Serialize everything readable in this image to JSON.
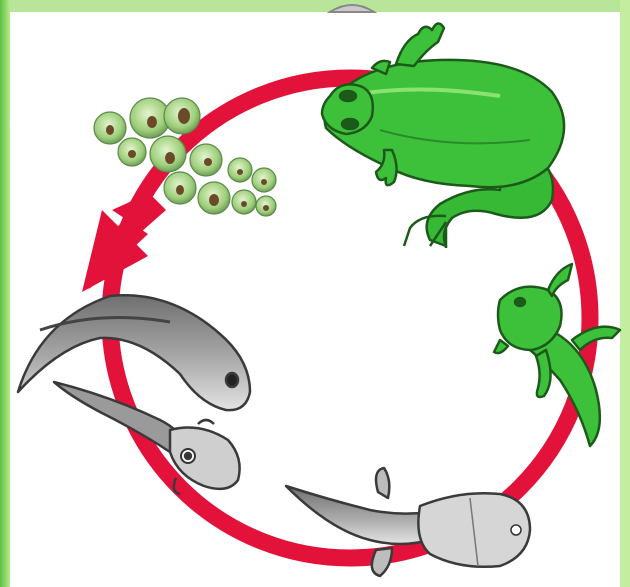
{
  "title": "",
  "stages": [
    {
      "id": "eggs",
      "icon": "frog-eggs-icon"
    },
    {
      "id": "tadpole",
      "icon": "tadpole-icon"
    },
    {
      "id": "tadpole-with-legs",
      "icon": "tadpole-with-legs-icon"
    },
    {
      "id": "froglet",
      "icon": "froglet-icon"
    },
    {
      "id": "adult-frog",
      "icon": "adult-frog-icon"
    }
  ],
  "cycle_direction": "counter-clockwise",
  "colors": {
    "cycle_arrow": "#e2123a",
    "background": "#ffffff",
    "border_green": "#8fd36a",
    "frog_green": "#3dc13a",
    "frog_outline": "#1c5a1a",
    "egg_green": "#9fcf7b",
    "tadpole_gray": "#8f8f8f"
  }
}
